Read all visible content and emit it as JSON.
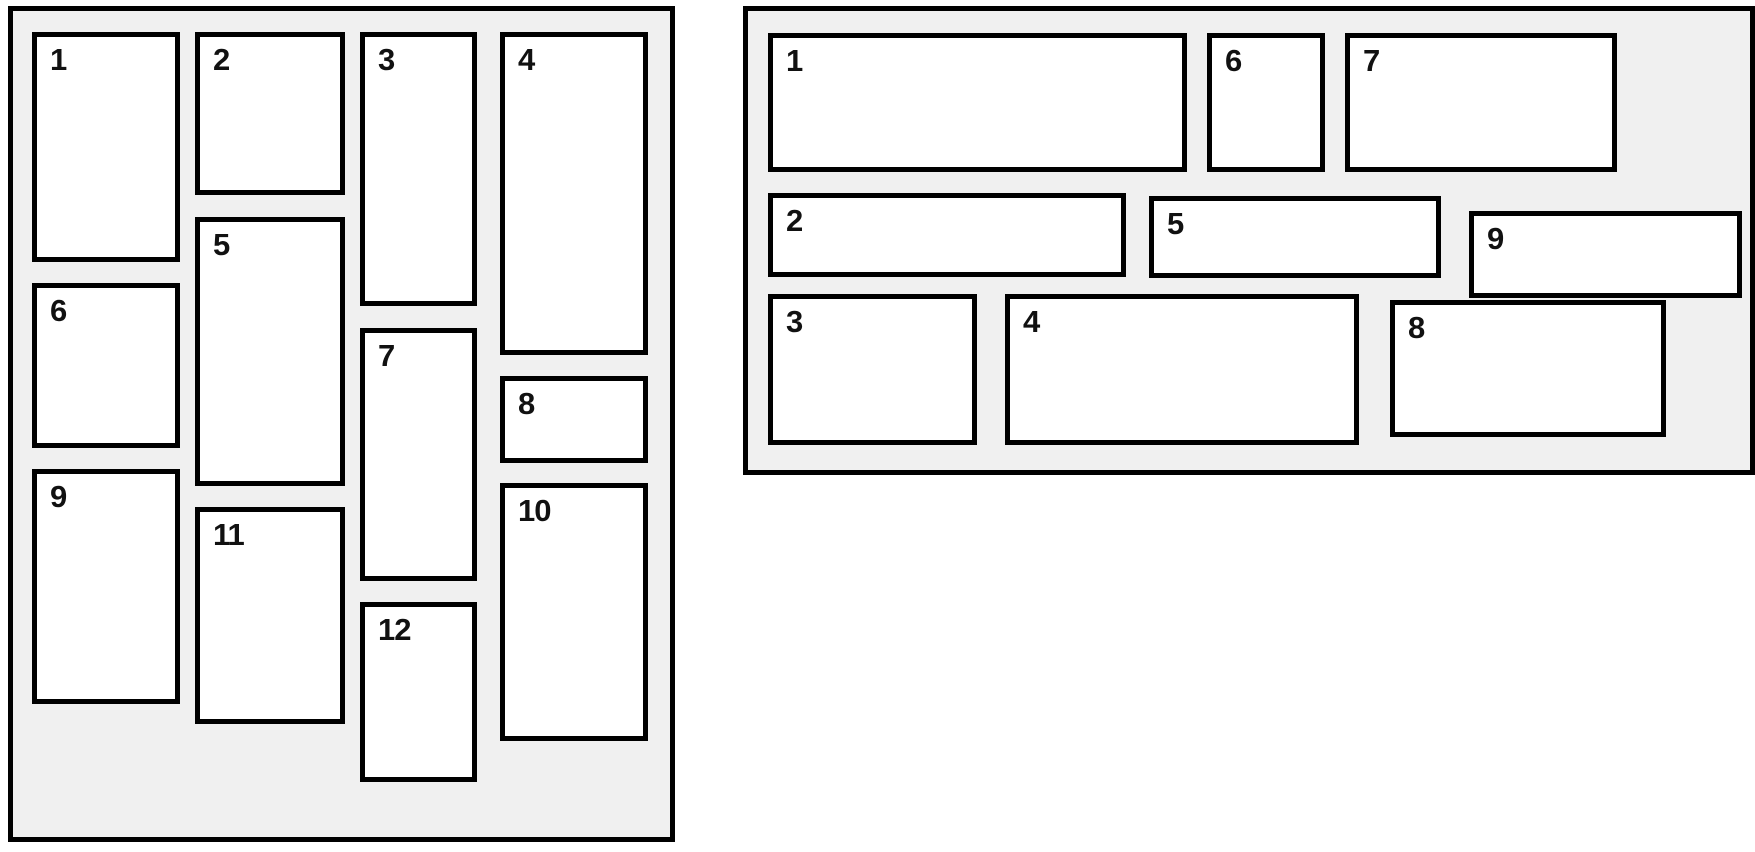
{
  "colors": {
    "panel_background": "#f0f0f0",
    "box_background": "#ffffff",
    "border": "#000000",
    "number_text": "#111111",
    "page_background": "#ffffff"
  },
  "panels": [
    {
      "name": "column-masonry-panel",
      "items": [
        {
          "label": "1"
        },
        {
          "label": "2"
        },
        {
          "label": "3"
        },
        {
          "label": "4"
        },
        {
          "label": "5"
        },
        {
          "label": "6"
        },
        {
          "label": "7"
        },
        {
          "label": "8"
        },
        {
          "label": "9"
        },
        {
          "label": "10"
        },
        {
          "label": "11"
        },
        {
          "label": "12"
        }
      ]
    },
    {
      "name": "row-masonry-panel",
      "items": [
        {
          "label": "1"
        },
        {
          "label": "2"
        },
        {
          "label": "3"
        },
        {
          "label": "4"
        },
        {
          "label": "5"
        },
        {
          "label": "6"
        },
        {
          "label": "7"
        },
        {
          "label": "8"
        },
        {
          "label": "9"
        }
      ]
    }
  ]
}
